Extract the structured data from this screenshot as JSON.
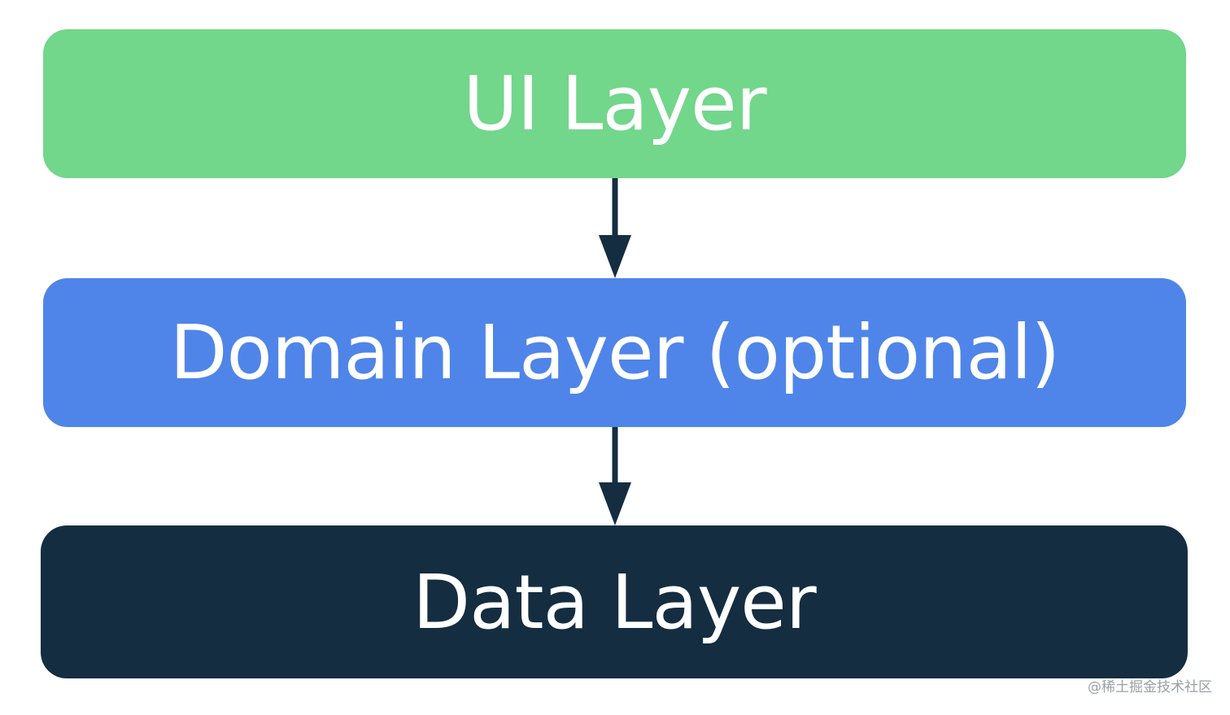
{
  "diagram": {
    "layers": [
      {
        "label": "UI Layer",
        "color": "#72d68b"
      },
      {
        "label": "Domain Layer (optional)",
        "color": "#4f85e9"
      },
      {
        "label": "Data Layer",
        "color": "#152d41"
      }
    ],
    "arrow_color": "#152d41",
    "text_color": "#ffffff"
  },
  "watermark": {
    "text": "@稀土掘金技术社区"
  }
}
